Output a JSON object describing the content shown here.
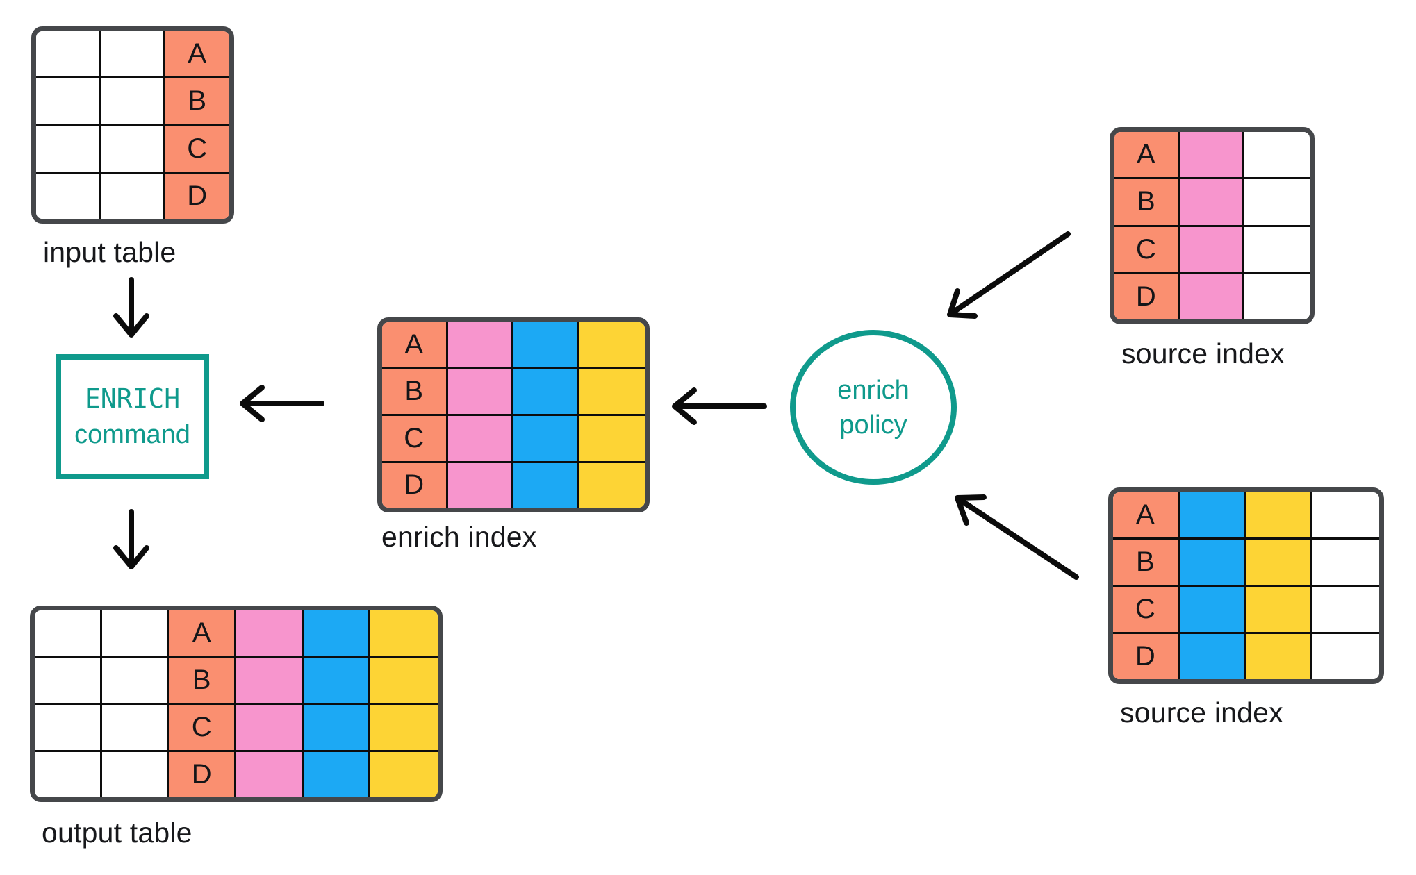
{
  "palette": {
    "background": "#FFFFFF",
    "salmon": "#FA8F70",
    "pink": "#F795CD",
    "blue": "#1CA9F4",
    "yellow": "#FDD435",
    "teal": "#0F9A8C",
    "frame": "#45474A",
    "grid_line": "#0D0D0D",
    "text": "#17181B",
    "arrow": "#0B0B0B"
  },
  "tables": {
    "input_table": {
      "label": "input table",
      "row_keys": [
        "A",
        "B",
        "C",
        "D"
      ],
      "columns": [
        "white",
        "white",
        "key"
      ]
    },
    "enrich_index": {
      "label": "enrich index",
      "row_keys": [
        "A",
        "B",
        "C",
        "D"
      ],
      "columns": [
        "key",
        "pink",
        "blue",
        "yellow"
      ]
    },
    "source_index_top": {
      "label": "source index",
      "row_keys": [
        "A",
        "B",
        "C",
        "D"
      ],
      "columns": [
        "key",
        "pink",
        "white"
      ]
    },
    "source_index_bottom": {
      "label": "source index",
      "row_keys": [
        "A",
        "B",
        "C",
        "D"
      ],
      "columns": [
        "key",
        "blue",
        "yellow",
        "white"
      ]
    },
    "output_table": {
      "label": "output table",
      "row_keys": [
        "A",
        "B",
        "C",
        "D"
      ],
      "columns": [
        "white",
        "white",
        "key",
        "pink",
        "blue",
        "yellow"
      ]
    }
  },
  "nodes": {
    "enrich_command": {
      "line1": "ENRICH",
      "line2": "command"
    },
    "enrich_policy": {
      "line1": "enrich",
      "line2": "policy"
    }
  },
  "arrows": [
    {
      "name": "arrow-input-to-command",
      "from": "input table",
      "to": "ENRICH command"
    },
    {
      "name": "arrow-command-to-output",
      "from": "ENRICH command",
      "to": "output table"
    },
    {
      "name": "arrow-enrich-index-to-command",
      "from": "enrich index",
      "to": "ENRICH command"
    },
    {
      "name": "arrow-policy-to-enrich-index",
      "from": "enrich policy",
      "to": "enrich index"
    },
    {
      "name": "arrow-source-top-to-policy",
      "from": "source index (top)",
      "to": "enrich policy"
    },
    {
      "name": "arrow-source-bottom-to-policy",
      "from": "source index (bottom)",
      "to": "enrich policy"
    }
  ]
}
